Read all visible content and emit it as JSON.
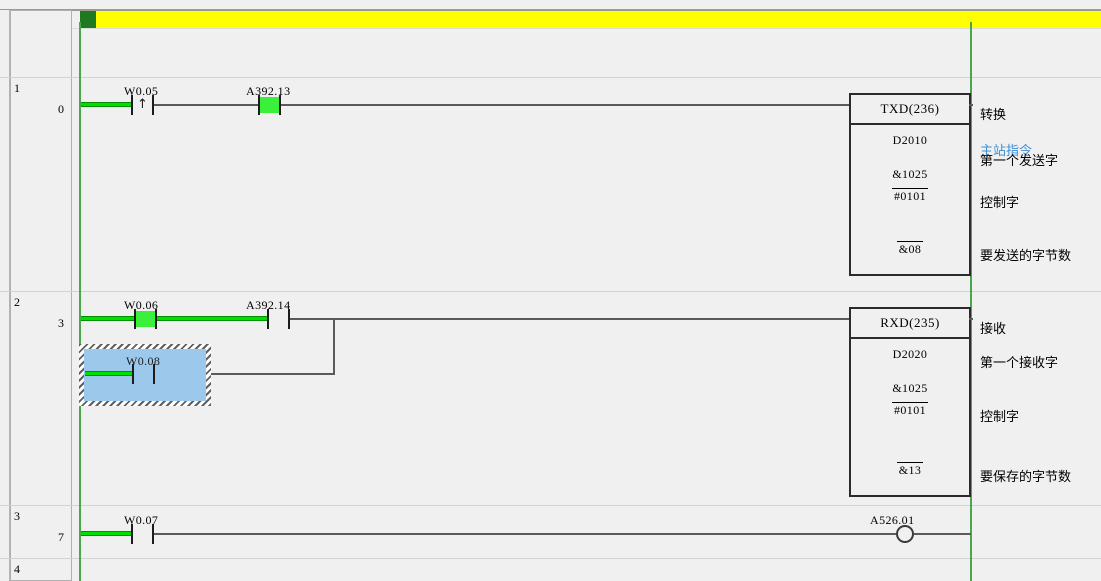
{
  "app": {
    "type": "ladder-logic-editor",
    "header": {
      "marker_color": "#1f7a1f",
      "bar_color": "#ffff00"
    },
    "rail_color": "#4ca64c",
    "power_flow_color": "#00e000",
    "selection_color": "#9cc8ec",
    "annotation_blue": "#3b8fd4"
  },
  "rungs": [
    {
      "number": "1",
      "step": "0",
      "contacts": [
        {
          "label": "W0.05",
          "type": "rising-edge",
          "energized": false,
          "symbol": "↑"
        },
        {
          "label": "A392.13",
          "type": "normally-open",
          "energized": true,
          "symbol": ""
        }
      ],
      "block": {
        "name": "TXD(236)",
        "params": [
          {
            "text": "D2010",
            "overline": false
          },
          {
            "text": "&1025",
            "overline": false
          },
          {
            "text": "#0101",
            "overline": true
          },
          {
            "text": "&08",
            "overline": true
          }
        ]
      },
      "annotations": [
        {
          "text": "转换",
          "blue": false
        },
        {
          "text": "主站指令",
          "blue": true
        },
        {
          "text": "第一个发送字",
          "blue": false
        },
        {
          "text": "控制字",
          "blue": false
        },
        {
          "text": "要发送的字节数",
          "blue": false
        }
      ]
    },
    {
      "number": "2",
      "step": "3",
      "contacts": [
        {
          "label": "W0.06",
          "type": "normally-open",
          "energized": true,
          "symbol": ""
        },
        {
          "label": "A392.14",
          "type": "normally-open",
          "energized": false,
          "symbol": ""
        }
      ],
      "branch": {
        "label": "W0.08",
        "type": "normally-open",
        "selected": true
      },
      "block": {
        "name": "RXD(235)",
        "params": [
          {
            "text": "D2020",
            "overline": false
          },
          {
            "text": "&1025",
            "overline": false
          },
          {
            "text": "#0101",
            "overline": true
          },
          {
            "text": "&13",
            "overline": true
          }
        ]
      },
      "annotations": [
        {
          "text": "接收",
          "blue": false
        },
        {
          "text": "第一个接收字",
          "blue": false
        },
        {
          "text": "控制字",
          "blue": false
        },
        {
          "text": "要保存的字节数",
          "blue": false
        }
      ]
    },
    {
      "number": "3",
      "step": "7",
      "contacts": [
        {
          "label": "W0.07",
          "type": "normally-open",
          "energized": false,
          "symbol": ""
        }
      ],
      "coil": {
        "label": "A526.01",
        "type": "output-coil"
      }
    },
    {
      "number": "4",
      "step": "",
      "contacts": []
    }
  ]
}
